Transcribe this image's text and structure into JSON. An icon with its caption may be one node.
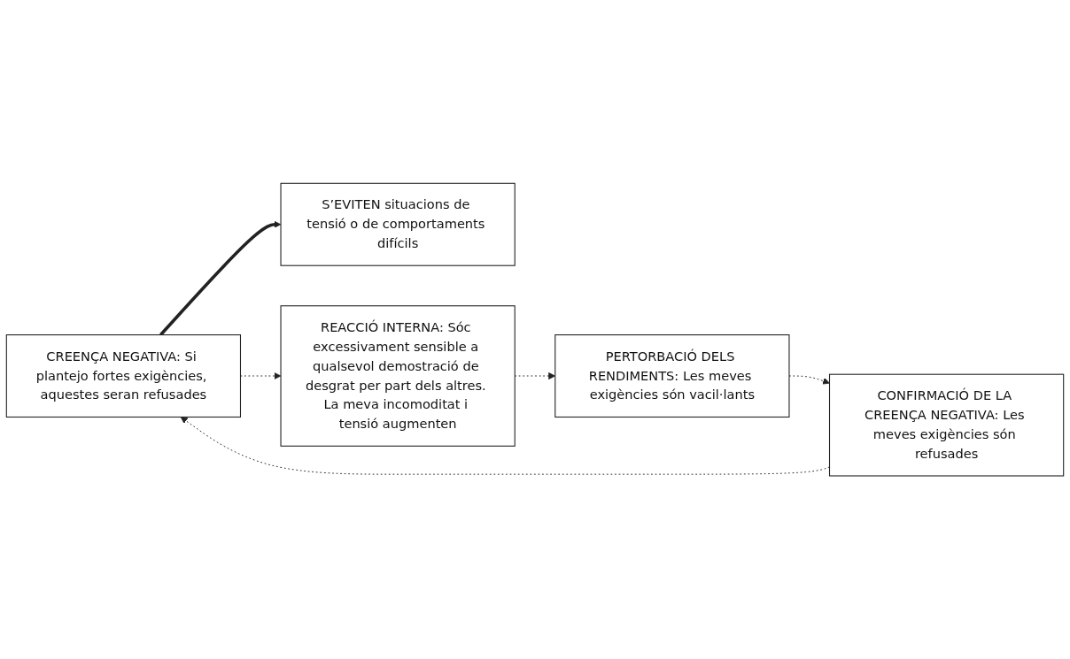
{
  "diagram": {
    "nodes": [
      {
        "text": [
          "S’EVITEN situacions de tensió o de comportaments difícils"
        ]
      },
      {
        "text": [
          "CREENÇA NEGATIVA: Si plantejo fortes exigències, aquestes seran refusades"
        ]
      },
      {
        "text": [
          "REACCIÓ INTERNA: Sóc excessivament sensible a qualsevol demostració de desgrat per part dels altres. La meva incomoditat i tensió augmenten"
        ]
      },
      {
        "text": [
          "PERTORBACIÓ DELS RENDIMENTS: Les meves exigències són vacil·lants"
        ]
      },
      {
        "text": [
          "CONFIRMACIÓ DE LA CREENÇA NEGATIVA: Les meves exigències són refusades"
        ]
      }
    ],
    "edges": [
      {
        "from": 1,
        "to": 0,
        "arrow": "to",
        "style": "thick"
      },
      {
        "from": 1,
        "to": 2,
        "arrow": "to",
        "style": "dashed"
      },
      {
        "from": 2,
        "to": 3,
        "arrow": "to",
        "style": "dashed"
      },
      {
        "from": 3,
        "to": 4,
        "arrow": "to",
        "style": "dashed"
      },
      {
        "from": 4,
        "to": 1,
        "arrow": "to",
        "style": "dashed"
      }
    ]
  }
}
